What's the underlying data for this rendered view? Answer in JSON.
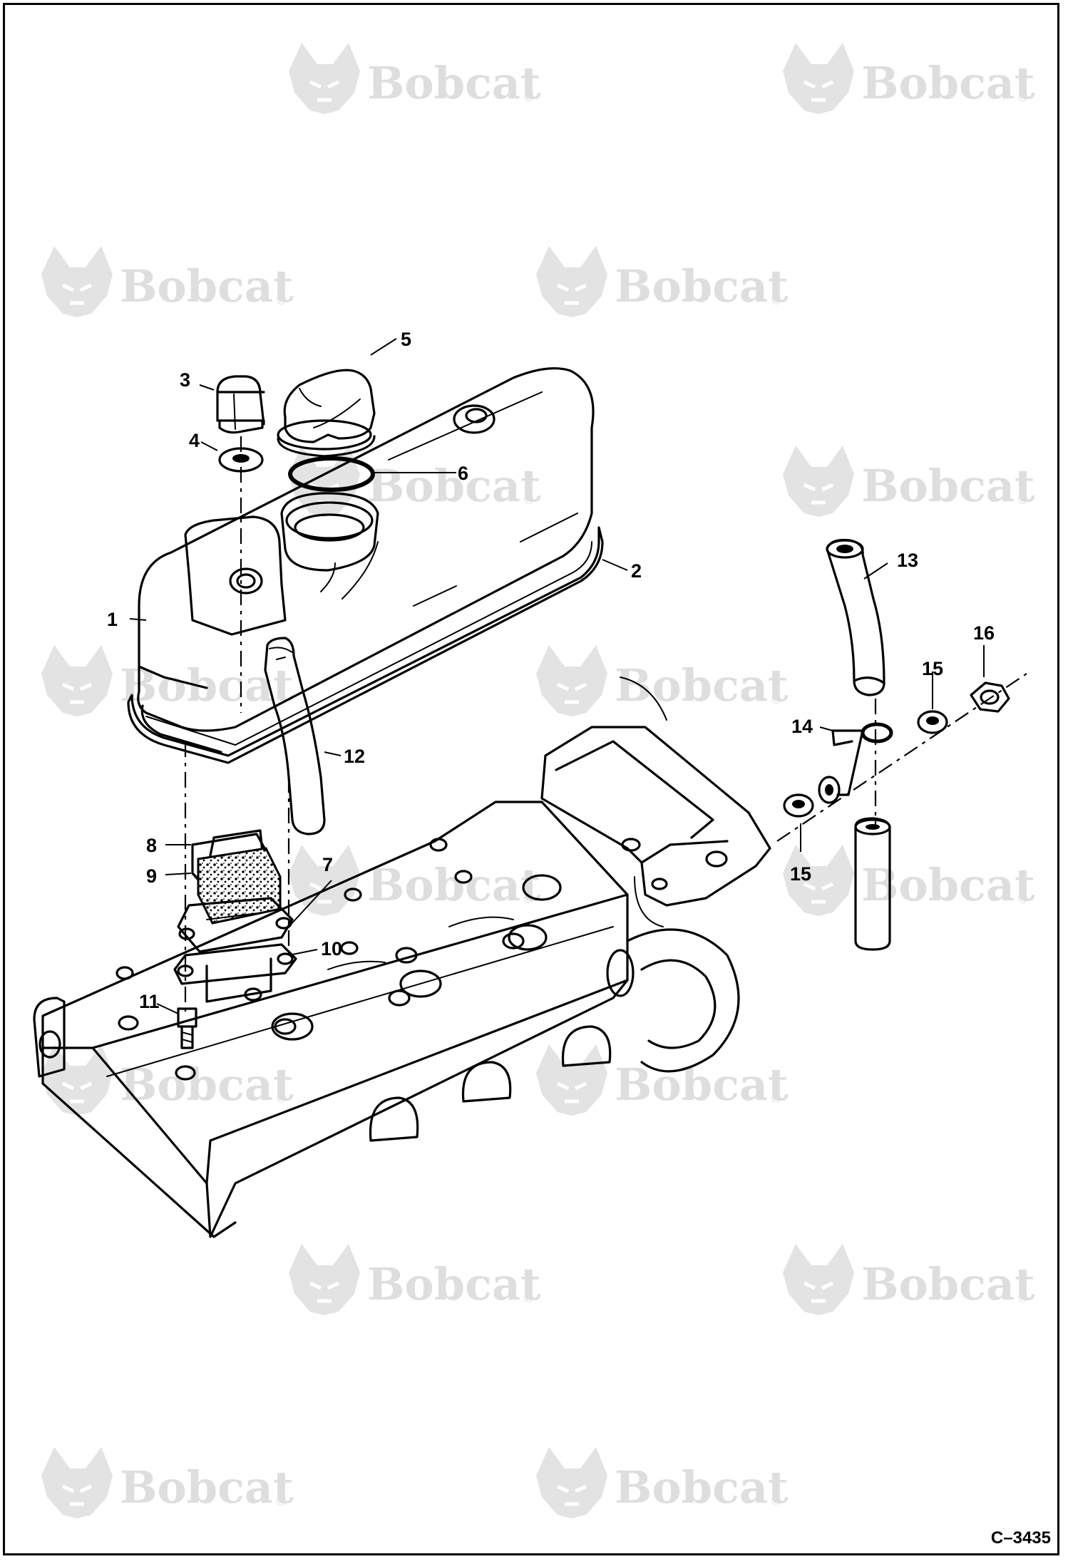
{
  "watermark": {
    "brand": "Bobcat",
    "registered": "®"
  },
  "callouts": [
    "1",
    "2",
    "3",
    "4",
    "5",
    "6",
    "7",
    "8",
    "9",
    "10",
    "11",
    "12",
    "13",
    "14",
    "15",
    "15",
    "16"
  ],
  "drawing_ref": "C–3435"
}
